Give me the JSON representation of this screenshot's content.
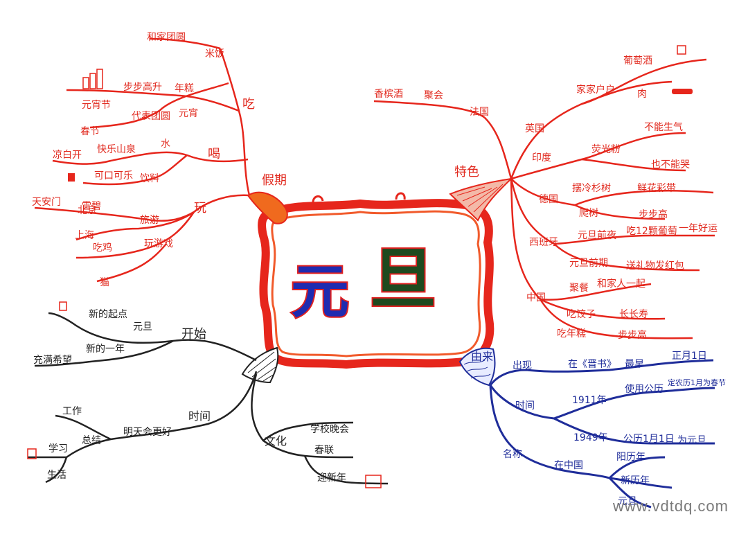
{
  "center": {
    "char1": "元",
    "char2": "旦"
  },
  "watermark": "www.vdtdq.com",
  "branches": {
    "jiaqi": {
      "label": "假期",
      "chi": {
        "label": "吃",
        "mi": "米饭",
        "jiating": "和家团圆",
        "niangao": "年糕",
        "bubu": "步步高升",
        "yuanxiao": "元宵",
        "daibiao": "代表团圆",
        "yuanxiaojie": "元宵节",
        "chunjie": "春节"
      },
      "he": {
        "label": "喝",
        "shui": "水",
        "liangbai": "凉白开",
        "kuaile": "快乐山泉",
        "yinliao": "饮料",
        "kele": "可口可乐",
        "xuebi": "雪碧"
      },
      "wan": {
        "label": "玩",
        "lvyou": "旅游",
        "tiananmen": "天安门",
        "beijing": "北京",
        "shanghai": "上海",
        "youxi": "玩游戏",
        "chiji": "吃鸡",
        "other": "猫"
      }
    },
    "tese": {
      "label": "特色",
      "faguo": {
        "label": "法国",
        "item1": "香槟酒",
        "item2": "聚会"
      },
      "yingguo": {
        "label": "英国",
        "xi": "家家户户",
        "putao": "葡萄酒",
        "rou": "肉"
      },
      "yindu": {
        "label": "印度",
        "hui": "荧光粉",
        "bu": "不能生气",
        "chi": "也不能哭"
      },
      "deguo": {
        "label": "德国",
        "bai": "摆冷杉树",
        "hua": "鲜花彩带",
        "tiao": "爬树",
        "gao": "步步高"
      },
      "xibanya": {
        "label": "西班牙",
        "yuanxiao": "元旦前夜",
        "chiputao": "吃12颗葡萄",
        "yiyue": "一年好运",
        "zhongshi": "元旦前期",
        "youxi": "送礼物发红包"
      },
      "zhongguo": {
        "label": "中国",
        "shu": "聚餐",
        "jia": "和家人一起",
        "chijiaozi": "吃饺子",
        "changsheng": "长长寿",
        "niangao": "吃年糕",
        "bugao": "步步高"
      }
    },
    "kaishi": {
      "label": "开始",
      "xin": "新的起点",
      "yuandan": "元旦",
      "chongman": "充满希望",
      "xinyinian": "新的一年",
      "shijian": {
        "label": "时间",
        "pingan": "明天会更好",
        "zongjie": "总结",
        "gongzuo": "工作",
        "xuexi": "学习",
        "shenghuo": "生活"
      },
      "wenhua": {
        "label": "文化",
        "kuanghuan": "学校晚会",
        "deng": "春联",
        "ni": "迎新年"
      }
    },
    "youlai": {
      "label": "由来",
      "chuxian": {
        "label": "出现",
        "shu": "在《晋书》",
        "zui": "最早",
        "zhengyue": "正月1日"
      },
      "shijian": {
        "label": "时间",
        "y1911": "1911年",
        "gongli": "使用公历",
        "jueding": "定农历1月为春节",
        "y1949": "1949年",
        "gongli1": "公历1月1日",
        "wei": "为元旦"
      },
      "mingcheng": {
        "label": "名称",
        "zhongguo": "在中国",
        "n1": "阳历年",
        "n2": "新历年",
        "n3": "元旦"
      }
    }
  }
}
